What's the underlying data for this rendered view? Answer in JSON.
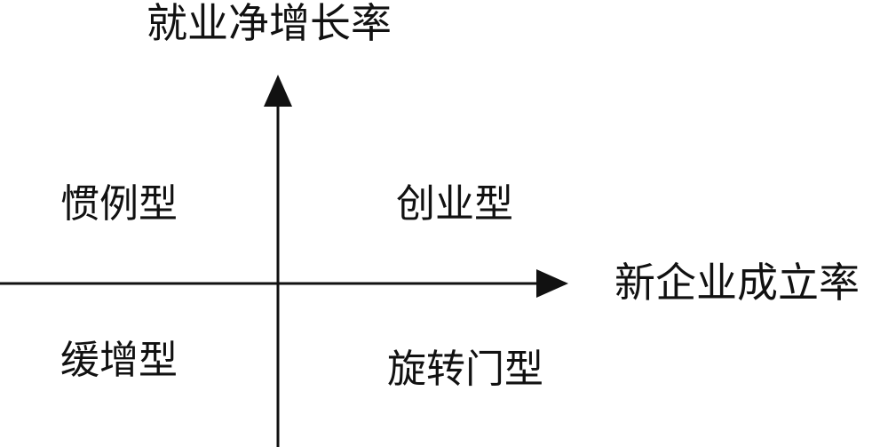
{
  "axes": {
    "y_title": "就业净增长率",
    "x_title": "新企业成立率"
  },
  "quadrants": {
    "top_left": "惯例型",
    "top_right": "创业型",
    "bottom_left": "缓增型",
    "bottom_right": "旋转门型"
  },
  "colors": {
    "ink": "#111111",
    "background": "#ffffff"
  }
}
